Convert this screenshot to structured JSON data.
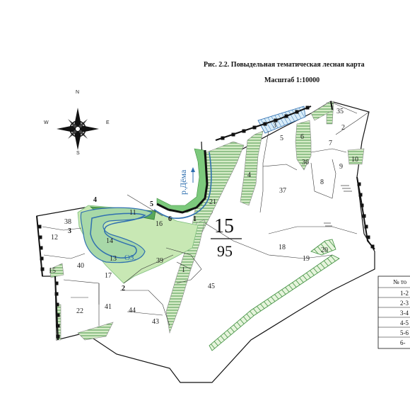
{
  "title": "Рис. 2.2. Повыдельная тематическая лесная карта",
  "scale": "Масштаб 1:10000",
  "compass": {
    "n": "N",
    "s": "S",
    "w": "W",
    "e": "E"
  },
  "river_label": "р.Дёма",
  "lake_label": "ОЗ.",
  "quarter": {
    "number": "15",
    "area": "95"
  },
  "parcels": [
    "35",
    "2",
    "3",
    "5",
    "6",
    "7",
    "10",
    "36",
    "9",
    "4",
    "8",
    "37",
    "21",
    "18",
    "20",
    "19",
    "45",
    "11",
    "16",
    "38",
    "12",
    "14",
    "13",
    "39",
    "1",
    "40",
    "15",
    "17",
    "41",
    "44",
    "22",
    "43"
  ],
  "points": [
    "4",
    "5",
    "6",
    "1",
    "3",
    "2"
  ],
  "legend": {
    "header": "№ то",
    "rows": [
      "1-2",
      "2-3",
      "3-4",
      "4-5",
      "5-6",
      "6-"
    ]
  },
  "colors": {
    "forest_green": "#5aa85a",
    "meadow_green": "#c8e8b4",
    "river_blue": "#2f6fb0",
    "boundary": "#111111"
  }
}
